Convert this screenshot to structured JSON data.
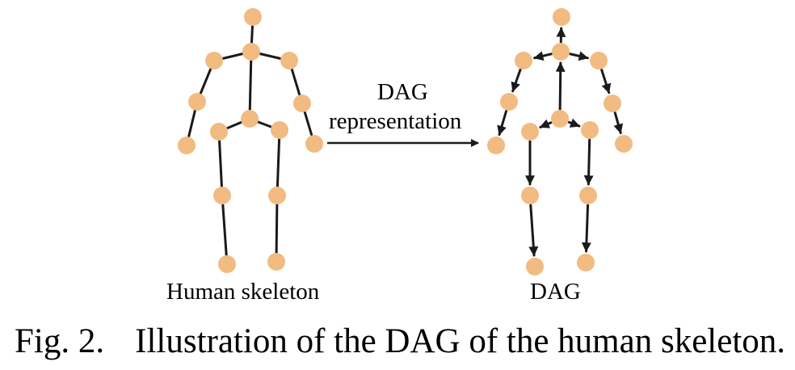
{
  "figure": {
    "arrow_label_line1": "DAG",
    "arrow_label_line2": "representation",
    "left_label": "Human skeleton",
    "right_label": "DAG",
    "caption_number": "Fig. 2.",
    "caption_text": "Illustration of the DAG of the human skeleton."
  },
  "colors": {
    "joint": "#f2bb82",
    "edge": "#1a1a1a"
  },
  "skeleton": {
    "joints": [
      "head",
      "neck",
      "left-shoulder",
      "right-shoulder",
      "left-elbow",
      "right-elbow",
      "left-hand",
      "right-hand",
      "pelvis",
      "left-hip",
      "right-hip",
      "left-knee",
      "right-knee",
      "left-foot",
      "right-foot"
    ],
    "bones": [
      [
        "neck",
        "head"
      ],
      [
        "neck",
        "left-shoulder"
      ],
      [
        "neck",
        "right-shoulder"
      ],
      [
        "left-shoulder",
        "left-elbow"
      ],
      [
        "right-shoulder",
        "right-elbow"
      ],
      [
        "left-elbow",
        "left-hand"
      ],
      [
        "right-elbow",
        "right-hand"
      ],
      [
        "neck",
        "pelvis"
      ],
      [
        "pelvis",
        "left-hip"
      ],
      [
        "pelvis",
        "right-hip"
      ],
      [
        "left-hip",
        "left-knee"
      ],
      [
        "right-hip",
        "right-knee"
      ],
      [
        "left-knee",
        "left-foot"
      ],
      [
        "right-knee",
        "right-foot"
      ]
    ],
    "dag_edges": [
      [
        "neck",
        "head"
      ],
      [
        "neck",
        "left-shoulder"
      ],
      [
        "neck",
        "right-shoulder"
      ],
      [
        "left-shoulder",
        "left-elbow"
      ],
      [
        "right-shoulder",
        "right-elbow"
      ],
      [
        "left-elbow",
        "left-hand"
      ],
      [
        "right-elbow",
        "right-hand"
      ],
      [
        "pelvis",
        "neck"
      ],
      [
        "pelvis",
        "left-hip"
      ],
      [
        "pelvis",
        "right-hip"
      ],
      [
        "left-hip",
        "left-knee"
      ],
      [
        "right-hip",
        "right-knee"
      ],
      [
        "left-knee",
        "left-foot"
      ],
      [
        "right-knee",
        "right-foot"
      ]
    ]
  }
}
